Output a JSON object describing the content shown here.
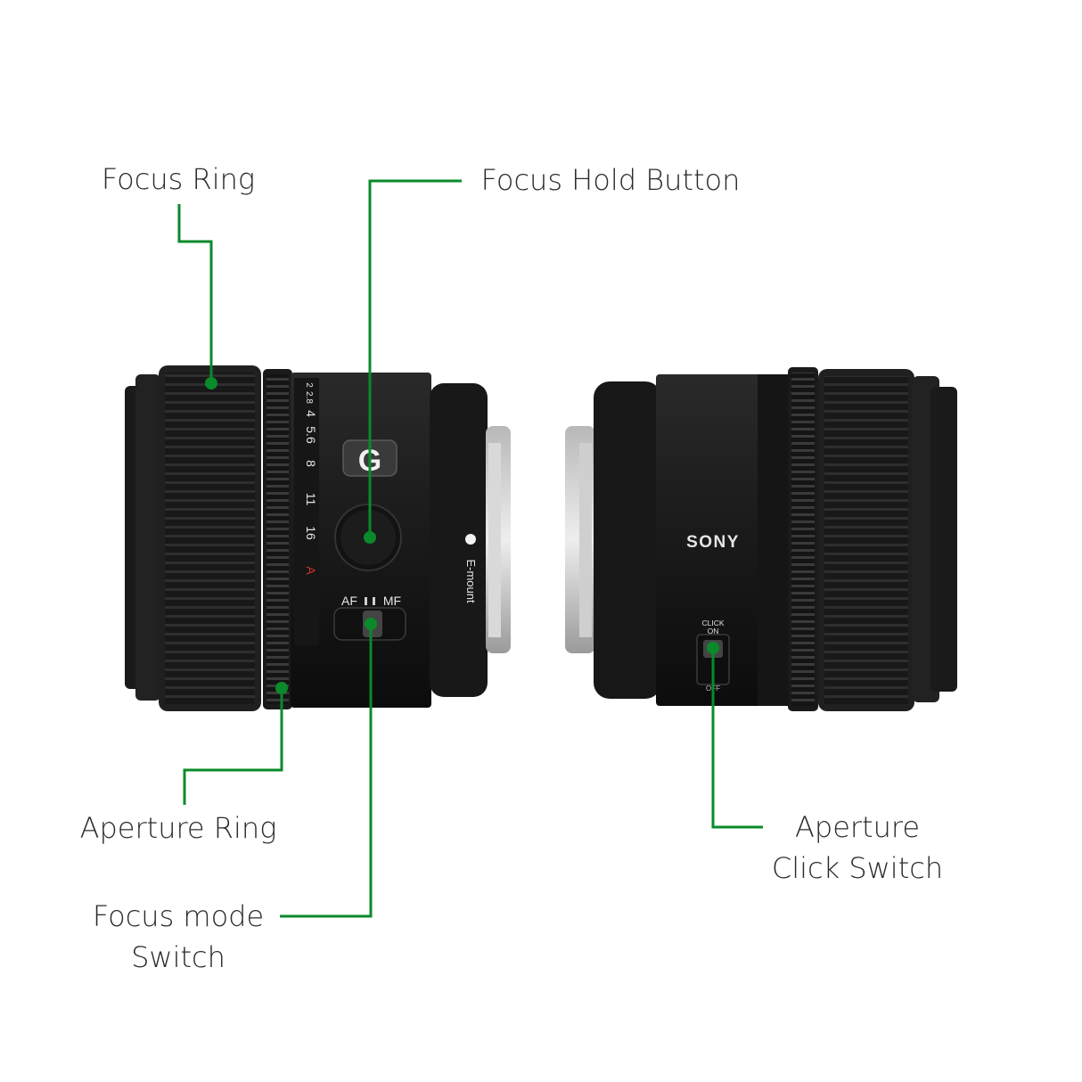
{
  "callouts": {
    "focus_ring": "Focus Ring",
    "focus_hold_button": "Focus Hold Button",
    "aperture_ring": "Aperture Ring",
    "focus_mode_switch_line1": "Focus mode",
    "focus_mode_switch_line2": "Switch",
    "aperture_click_switch_line1": "Aperture",
    "aperture_click_switch_line2": "Click Switch"
  },
  "lens_markings": {
    "g_badge": "G",
    "brand": "SONY",
    "mount": "E-mount",
    "af_label": "AF",
    "mf_label": "MF",
    "click_on": "CLICK\nON",
    "off": "OFF",
    "aperture_scale": [
      "2",
      "2.8",
      "4",
      "5.6",
      "8",
      "11",
      "16"
    ],
    "aperture_auto": "A"
  },
  "colors": {
    "callout_line": "#0a8a2a",
    "lens_body": "#1b1b1b",
    "auto_mark": "#d0312d"
  }
}
